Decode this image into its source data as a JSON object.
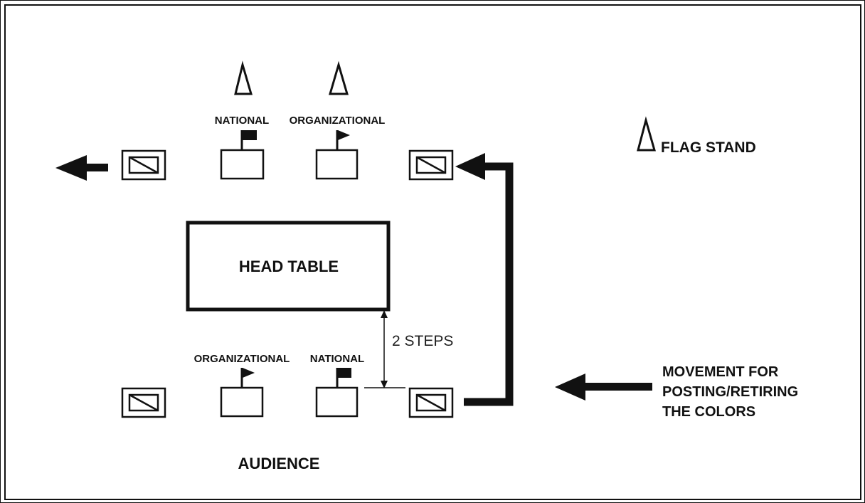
{
  "diagram": {
    "legend_label": "FLAG STAND",
    "head_table_label": "HEAD TABLE",
    "audience_label": "AUDIENCE",
    "steps_label": "2 STEPS",
    "top_national_label": "NATIONAL",
    "top_organizational_label": "ORGANIZATIONAL",
    "bottom_organizational_label": "ORGANIZATIONAL",
    "bottom_national_label": "NATIONAL",
    "movement_label": [
      "MOVEMENT FOR",
      "POSTING/RETIRING",
      "THE COLORS"
    ]
  }
}
